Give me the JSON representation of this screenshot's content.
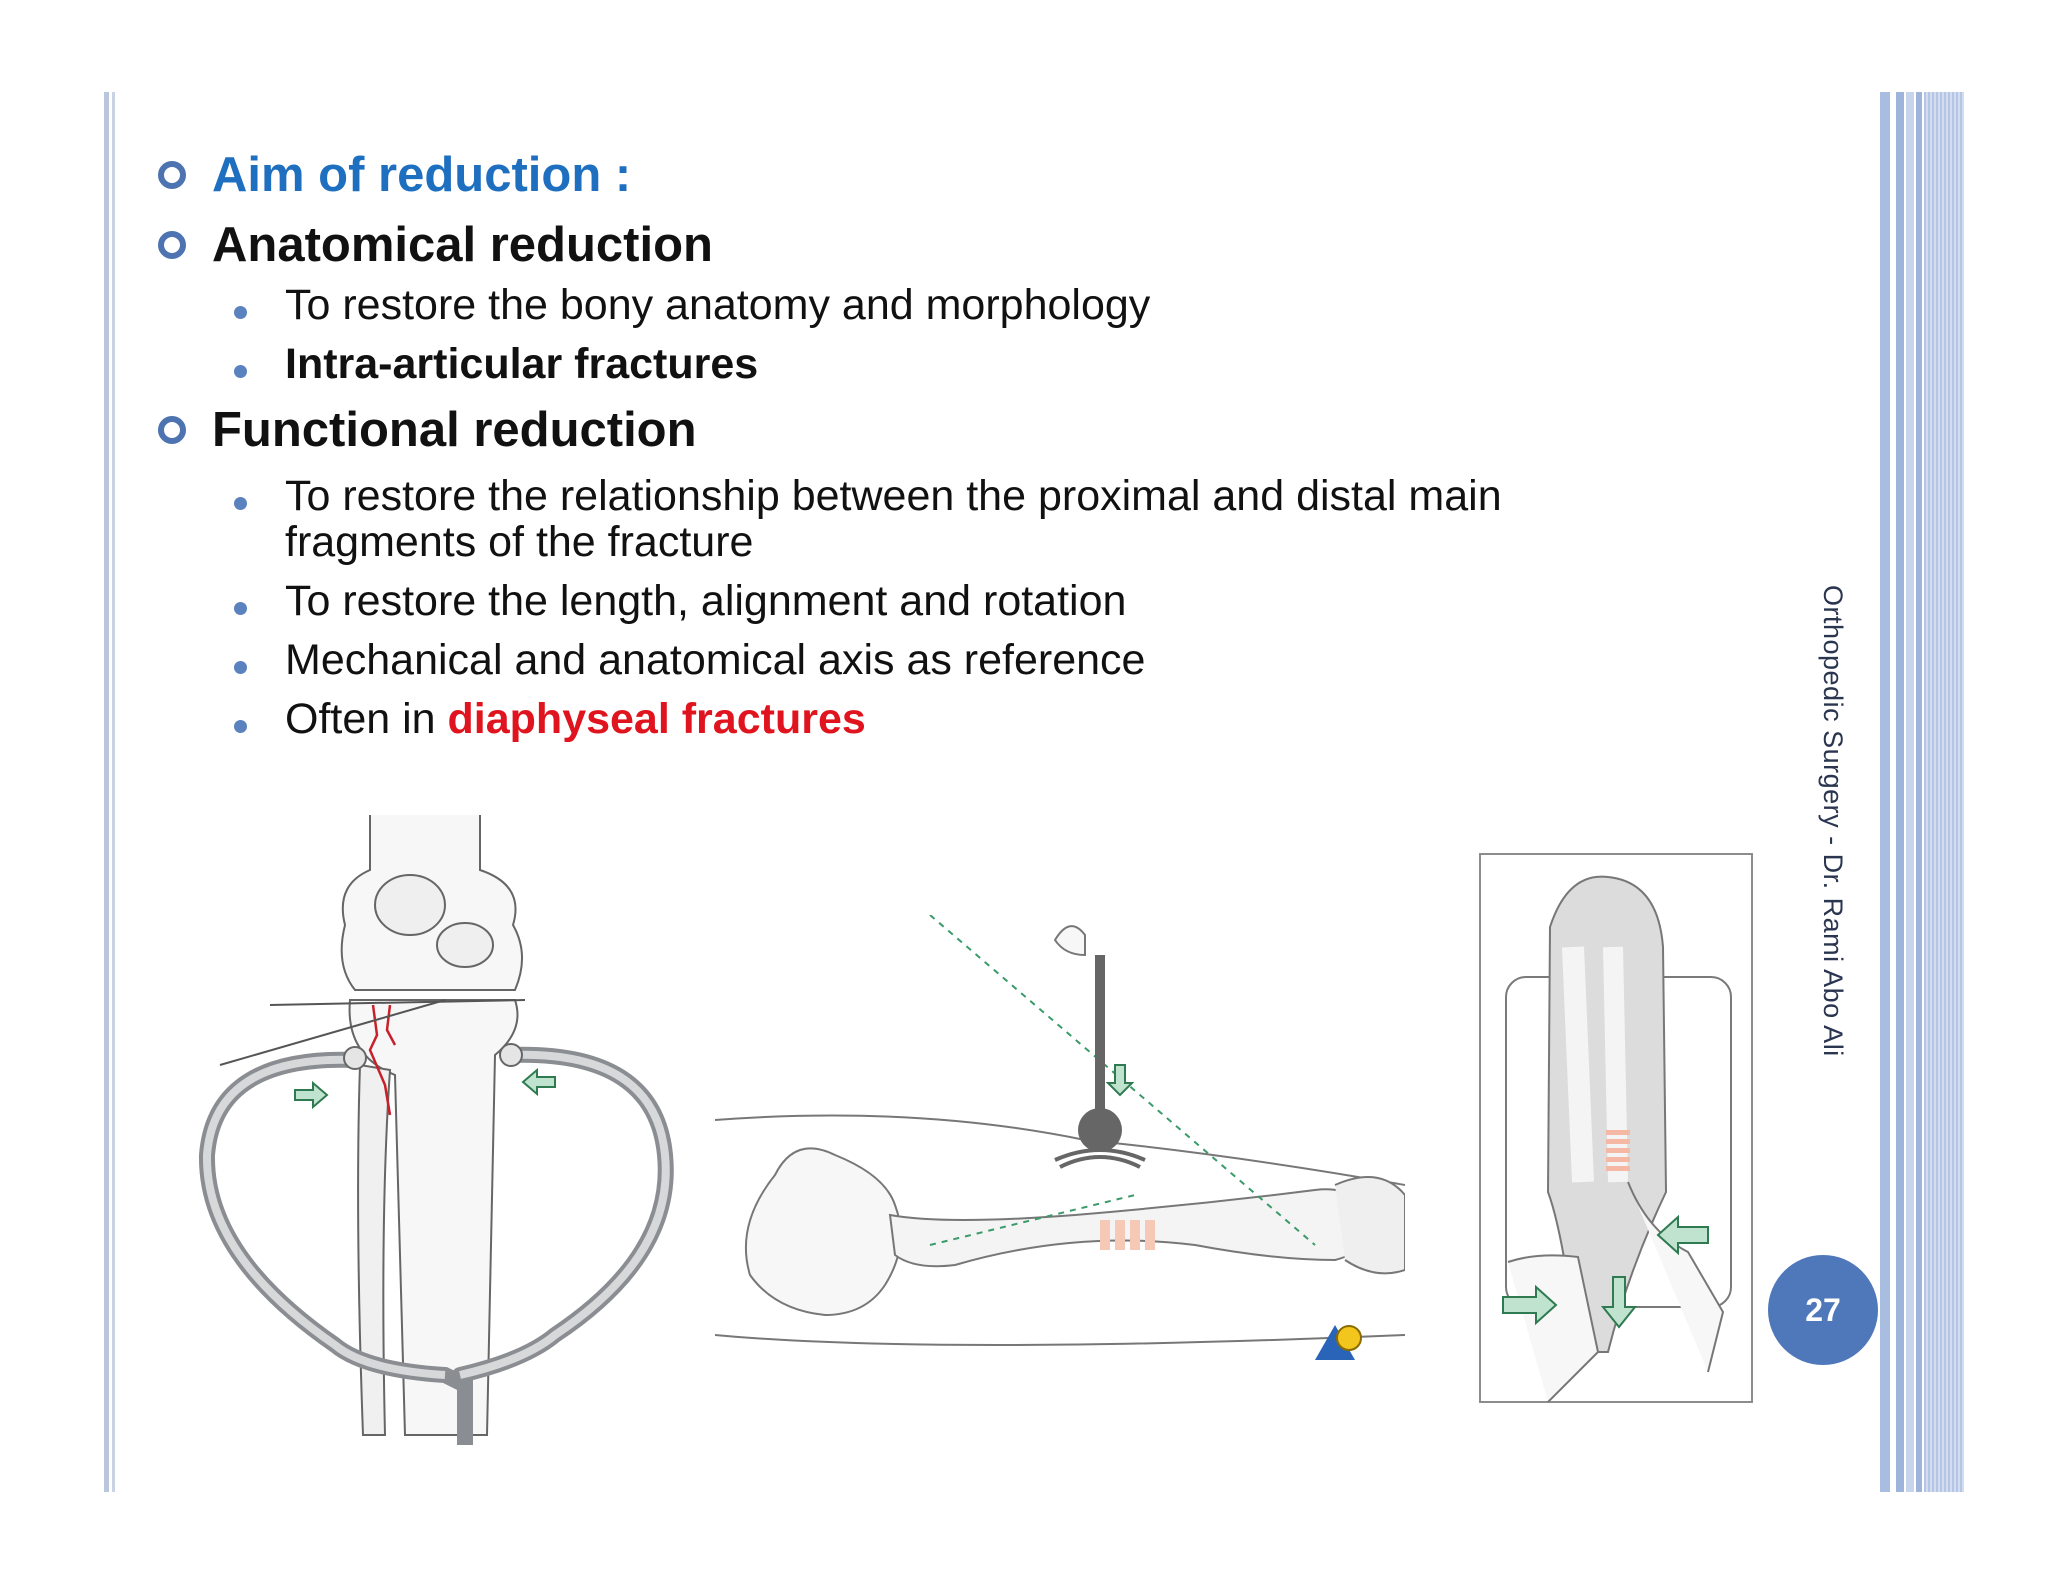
{
  "header": {
    "aim": "Aim of reduction :"
  },
  "sections": [
    {
      "title": "Anatomical reduction",
      "bullets": [
        {
          "text": "To restore the bony anatomy and morphology"
        },
        {
          "red": "Intra-articular  fractures"
        }
      ]
    },
    {
      "title": "Functional  reduction",
      "bullets": [
        {
          "line1": "To restore the relationship between the proximal and distal main",
          "line2": "fragments of the fracture"
        },
        {
          "text": "To restore the length, alignment and rotation"
        },
        {
          "text": "Mechanical and anatomical axis as reference"
        },
        {
          "prefix": "Often in ",
          "red": "diaphyseal fractures"
        }
      ]
    }
  ],
  "sidebar": {
    "caption": "Orthopedic Surgery - Dr. Rami Abo Ali"
  },
  "footer": {
    "page_number": "27"
  },
  "figures": {
    "left": "knee-clamp-reduction-illustration",
    "middle": "femur-traction-reduction-illustration",
    "right": "forearm-manual-reduction-illustration"
  },
  "colors": {
    "accent_blue": "#1f6fc0",
    "emphasis_red": "#e0141e",
    "badge": "#4f78bb"
  }
}
